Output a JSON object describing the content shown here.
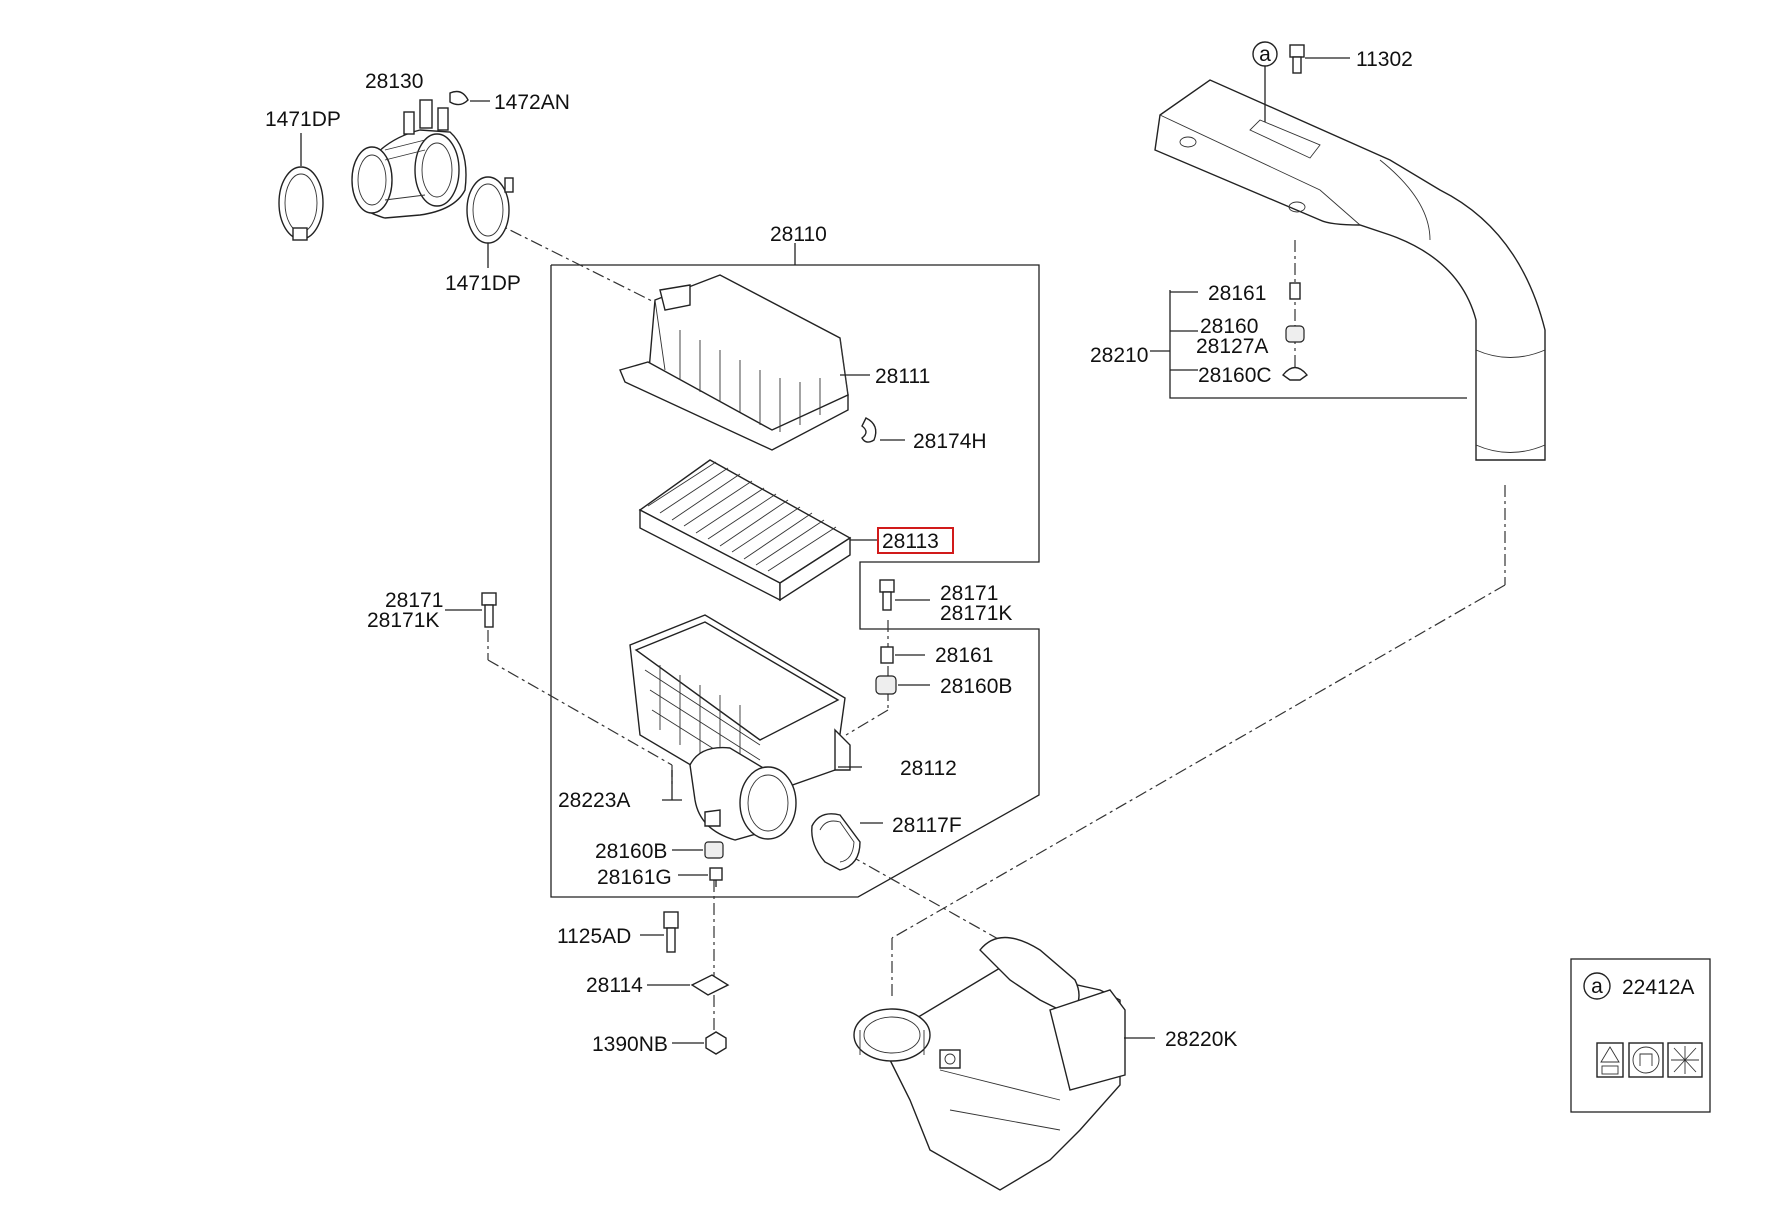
{
  "labels": {
    "l_28130": "28130",
    "l_1472AN": "1472AN",
    "l_1471DP_a": "1471DP",
    "l_1471DP_b": "1471DP",
    "l_28110": "28110",
    "l_28111": "28111",
    "l_28174H": "28174H",
    "l_28113": "28113",
    "l_28171_a": "28171",
    "l_28171K_a": "28171K",
    "l_28171_b": "28171",
    "l_28171K_b": "28171K",
    "l_28161_a": "28161",
    "l_28160B_a": "28160B",
    "l_28112": "28112",
    "l_28223A": "28223A",
    "l_28117F": "28117F",
    "l_28160B_b": "28160B",
    "l_28161G": "28161G",
    "l_1125AD": "1125AD",
    "l_28114": "28114",
    "l_1390NB": "1390NB",
    "l_28220K": "28220K",
    "l_11302": "11302",
    "l_28161_b": "28161",
    "l_28160": "28160",
    "l_28127A": "28127A",
    "l_28210": "28210",
    "l_28160C": "28160C",
    "l_22412A": "22412A",
    "callout_a_top": "a",
    "callout_a_legend": "a"
  },
  "highlight": {
    "part": "28113",
    "color": "#d11a1a"
  },
  "colors": {
    "line": "#222222",
    "label": "#111111",
    "background": "#ffffff"
  }
}
